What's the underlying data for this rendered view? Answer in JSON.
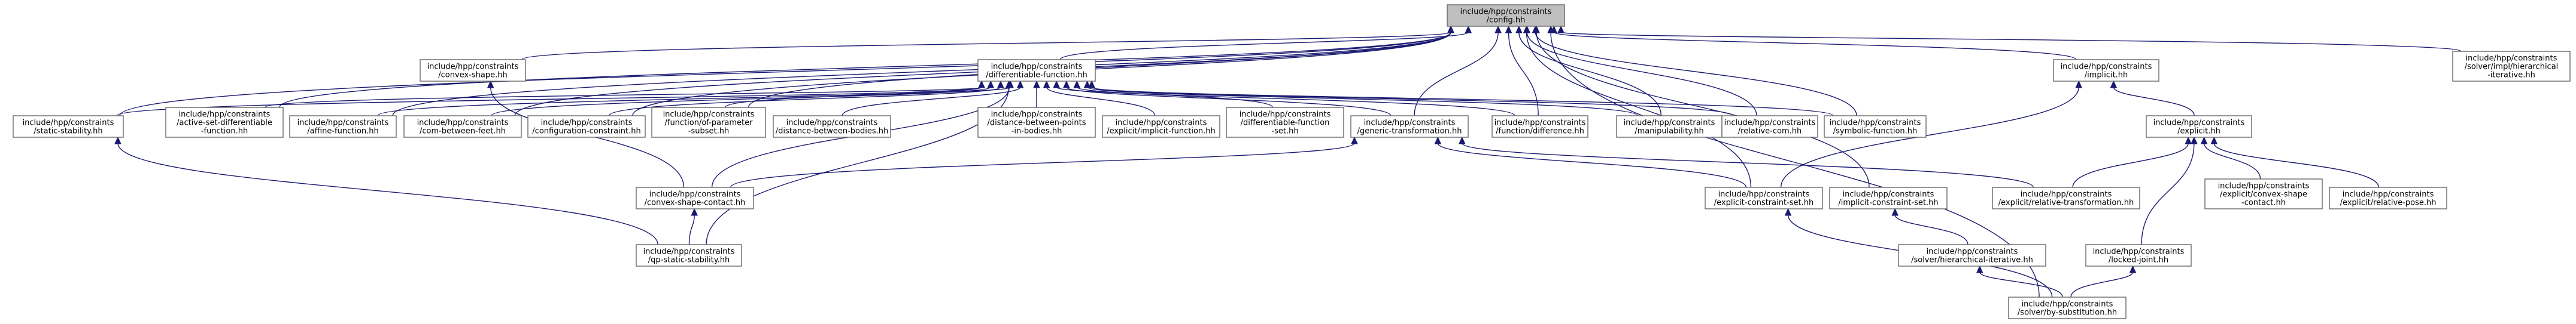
{
  "graph": {
    "edge_color": "#191970",
    "root_fill": "#bfbfbf",
    "node_border": "#666666",
    "nodes": [
      {
        "id": "config",
        "lines": [
          "include/hpp/constraints",
          "/config.hh"
        ],
        "root": true
      },
      {
        "id": "convex-shape",
        "lines": [
          "include/hpp/constraints",
          "/convex-shape.hh"
        ]
      },
      {
        "id": "differentiable-function",
        "lines": [
          "include/hpp/constraints",
          "/differentiable-function.hh"
        ]
      },
      {
        "id": "implicit",
        "lines": [
          "include/hpp/constraints",
          "/implicit.hh"
        ]
      },
      {
        "id": "solver-impl-hierarchical",
        "lines": [
          "include/hpp/constraints",
          "/solver/impl/hierarchical",
          "-iterative.hh"
        ]
      },
      {
        "id": "static-stability",
        "lines": [
          "include/hpp/constraints",
          "/static-stability.hh"
        ]
      },
      {
        "id": "active-set",
        "lines": [
          "include/hpp/constraints",
          "/active-set-differentiable",
          "-function.hh"
        ]
      },
      {
        "id": "affine-function",
        "lines": [
          "include/hpp/constraints",
          "/affine-function.hh"
        ]
      },
      {
        "id": "com-between-feet",
        "lines": [
          "include/hpp/constraints",
          "/com-between-feet.hh"
        ]
      },
      {
        "id": "configuration-constraint",
        "lines": [
          "include/hpp/constraints",
          "/configuration-constraint.hh"
        ]
      },
      {
        "id": "function-of-parameter",
        "lines": [
          "include/hpp/constraints",
          "/function/of-parameter",
          "-subset.hh"
        ]
      },
      {
        "id": "distance-between-bodies",
        "lines": [
          "include/hpp/constraints",
          "/distance-between-bodies.hh"
        ]
      },
      {
        "id": "distance-between-points",
        "lines": [
          "include/hpp/constraints",
          "/distance-between-points",
          "-in-bodies.hh"
        ]
      },
      {
        "id": "explicit-implicit-function",
        "lines": [
          "include/hpp/constraints",
          "/explicit/implicit-function.hh"
        ]
      },
      {
        "id": "differentiable-function-set",
        "lines": [
          "include/hpp/constraints",
          "/differentiable-function",
          "-set.hh"
        ]
      },
      {
        "id": "generic-transformation",
        "lines": [
          "include/hpp/constraints",
          "/generic-transformation.hh"
        ]
      },
      {
        "id": "function-difference",
        "lines": [
          "include/hpp/constraints",
          "/function/difference.hh"
        ]
      },
      {
        "id": "manipulability",
        "lines": [
          "include/hpp/constraints",
          "/manipulability.hh"
        ]
      },
      {
        "id": "relative-com",
        "lines": [
          "include/hpp/constraints",
          "/relative-com.hh"
        ]
      },
      {
        "id": "symbolic-function",
        "lines": [
          "include/hpp/constraints",
          "/symbolic-function.hh"
        ]
      },
      {
        "id": "explicit",
        "lines": [
          "include/hpp/constraints",
          "/explicit.hh"
        ]
      },
      {
        "id": "convex-shape-contact",
        "lines": [
          "include/hpp/constraints",
          "/convex-shape-contact.hh"
        ]
      },
      {
        "id": "explicit-constraint-set",
        "lines": [
          "include/hpp/constraints",
          "/explicit-constraint-set.hh"
        ]
      },
      {
        "id": "implicit-constraint-set",
        "lines": [
          "include/hpp/constraints",
          "/implicit-constraint-set.hh"
        ]
      },
      {
        "id": "explicit-relative-transformation",
        "lines": [
          "include/hpp/constraints",
          "/explicit/relative-transformation.hh"
        ]
      },
      {
        "id": "explicit-convex-shape-contact",
        "lines": [
          "include/hpp/constraints",
          "/explicit/convex-shape",
          "-contact.hh"
        ]
      },
      {
        "id": "explicit-relative-pose",
        "lines": [
          "include/hpp/constraints",
          "/explicit/relative-pose.hh"
        ]
      },
      {
        "id": "qp-static-stability",
        "lines": [
          "include/hpp/constraints",
          "/qp-static-stability.hh"
        ]
      },
      {
        "id": "solver-hierarchical-iterative",
        "lines": [
          "include/hpp/constraints",
          "/solver/hierarchical-iterative.hh"
        ]
      },
      {
        "id": "locked-joint",
        "lines": [
          "include/hpp/constraints",
          "/locked-joint.hh"
        ]
      },
      {
        "id": "solver-by-substitution",
        "lines": [
          "include/hpp/constraints",
          "/solver/by-substitution.hh"
        ]
      }
    ],
    "edges": [
      [
        "config",
        "convex-shape"
      ],
      [
        "config",
        "differentiable-function"
      ],
      [
        "config",
        "implicit"
      ],
      [
        "config",
        "solver-impl-hierarchical"
      ],
      [
        "config",
        "static-stability"
      ],
      [
        "config",
        "active-set"
      ],
      [
        "config",
        "affine-function"
      ],
      [
        "config",
        "com-between-feet"
      ],
      [
        "config",
        "configuration-constraint"
      ],
      [
        "config",
        "function-of-parameter"
      ],
      [
        "config",
        "generic-transformation"
      ],
      [
        "config",
        "function-difference"
      ],
      [
        "config",
        "manipulability"
      ],
      [
        "config",
        "relative-com"
      ],
      [
        "config",
        "symbolic-function"
      ],
      [
        "config",
        "explicit-constraint-set"
      ],
      [
        "config",
        "implicit-constraint-set"
      ],
      [
        "config",
        "solver-by-substitution"
      ],
      [
        "convex-shape",
        "convex-shape-contact"
      ],
      [
        "differentiable-function",
        "static-stability"
      ],
      [
        "differentiable-function",
        "active-set"
      ],
      [
        "differentiable-function",
        "affine-function"
      ],
      [
        "differentiable-function",
        "com-between-feet"
      ],
      [
        "differentiable-function",
        "configuration-constraint"
      ],
      [
        "differentiable-function",
        "function-of-parameter"
      ],
      [
        "differentiable-function",
        "distance-between-bodies"
      ],
      [
        "differentiable-function",
        "distance-between-points"
      ],
      [
        "differentiable-function",
        "explicit-implicit-function"
      ],
      [
        "differentiable-function",
        "differentiable-function-set"
      ],
      [
        "differentiable-function",
        "generic-transformation"
      ],
      [
        "differentiable-function",
        "function-difference"
      ],
      [
        "differentiable-function",
        "manipulability"
      ],
      [
        "differentiable-function",
        "relative-com"
      ],
      [
        "differentiable-function",
        "symbolic-function"
      ],
      [
        "differentiable-function",
        "convex-shape-contact"
      ],
      [
        "differentiable-function",
        "qp-static-stability"
      ],
      [
        "implicit",
        "explicit"
      ],
      [
        "implicit",
        "explicit-constraint-set"
      ],
      [
        "static-stability",
        "qp-static-stability"
      ],
      [
        "explicit",
        "explicit-relative-transformation"
      ],
      [
        "explicit",
        "explicit-convex-shape-contact"
      ],
      [
        "explicit",
        "explicit-relative-pose"
      ],
      [
        "explicit",
        "locked-joint"
      ],
      [
        "generic-transformation",
        "convex-shape-contact"
      ],
      [
        "generic-transformation",
        "explicit-constraint-set"
      ],
      [
        "generic-transformation",
        "explicit-relative-transformation"
      ],
      [
        "convex-shape-contact",
        "qp-static-stability"
      ],
      [
        "explicit-constraint-set",
        "solver-by-substitution"
      ],
      [
        "implicit-constraint-set",
        "solver-hierarchical-iterative"
      ],
      [
        "solver-hierarchical-iterative",
        "solver-by-substitution"
      ],
      [
        "locked-joint",
        "solver-by-substitution"
      ]
    ]
  }
}
